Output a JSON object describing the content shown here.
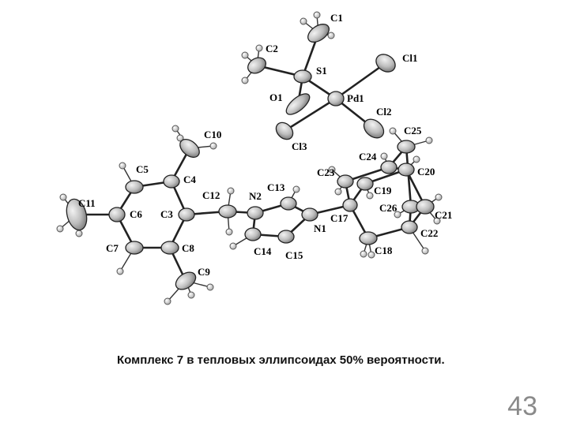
{
  "atom_labels": {
    "C1": "C1",
    "C2": "C2",
    "S1": "S1",
    "Cl1": "Cl1",
    "O1": "O1",
    "Pd1": "Pd1",
    "Cl2": "Cl2",
    "C10": "C10",
    "Cl3": "Cl3",
    "C25": "C25",
    "C24": "C24",
    "C5": "C5",
    "C4": "C4",
    "C23": "C23",
    "C20": "C20",
    "C13": "C13",
    "C19": "C19",
    "C12": "C12",
    "N2": "N2",
    "C11": "C11",
    "C3": "C3",
    "C6": "C6",
    "C26": "C26",
    "C21": "C21",
    "C17": "C17",
    "N1": "N1",
    "C22": "C22",
    "C7": "C7",
    "C8": "C8",
    "C14": "C14",
    "C15": "C15",
    "C18": "C18",
    "C9": "C9"
  },
  "caption": "Комплекс 7  в тепловых эллипсоидах 50% вероятности.",
  "page_number": "43",
  "colors": {
    "ellipsoid_fill": "#c8c8c8",
    "ellipsoid_stroke": "#222222",
    "hydrogen": "#d9d9d9",
    "bond": "#222222",
    "page_number": "#8a8a8a"
  }
}
